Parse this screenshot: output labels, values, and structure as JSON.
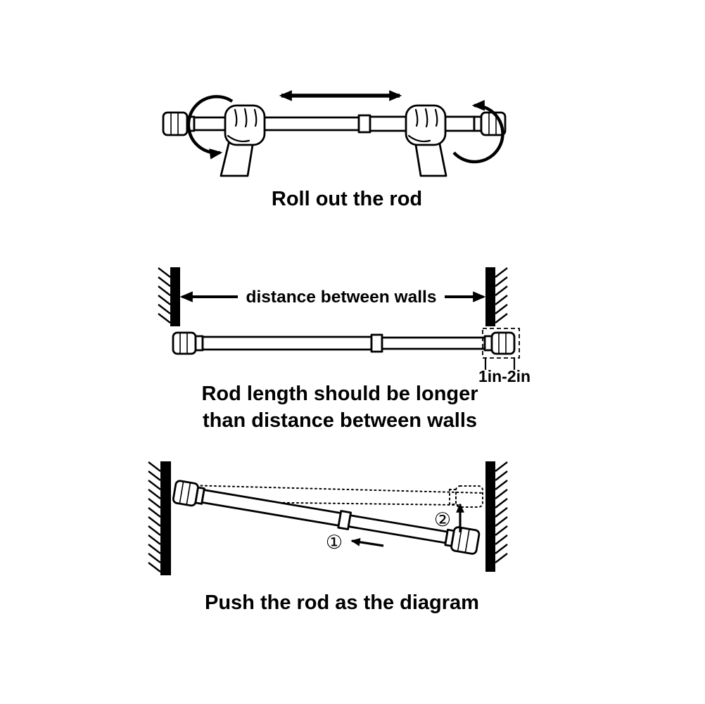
{
  "colors": {
    "background": "#ffffff",
    "ink": "#000000"
  },
  "panel_roll": {
    "caption": "Roll out the rod"
  },
  "panel_length": {
    "distance_label": "distance between walls",
    "overlap_label": "1in-2in",
    "caption_line1": "Rod length should be longer",
    "caption_line2": "than distance between walls"
  },
  "panel_push": {
    "step1": "①",
    "step2": "②",
    "caption": "Push the rod as the diagram"
  }
}
